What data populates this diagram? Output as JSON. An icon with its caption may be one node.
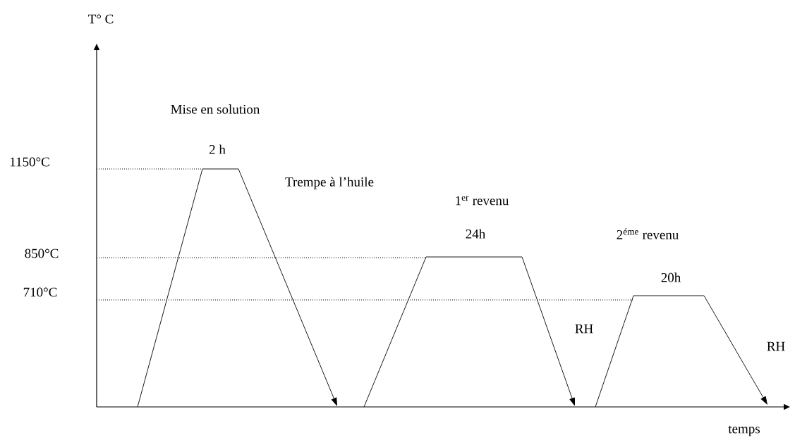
{
  "diagram": {
    "labels": [
      "T° C",
      "Mise en solution",
      "2 h",
      "1150°C",
      "Trempe à l’huile",
      "1$^{er}$ revenu",
      "24h",
      "850°C",
      "2$^{éme}$ revenu",
      "710°C",
      "20h",
      "RH",
      "RH",
      "temps"
    ]
  }
}
